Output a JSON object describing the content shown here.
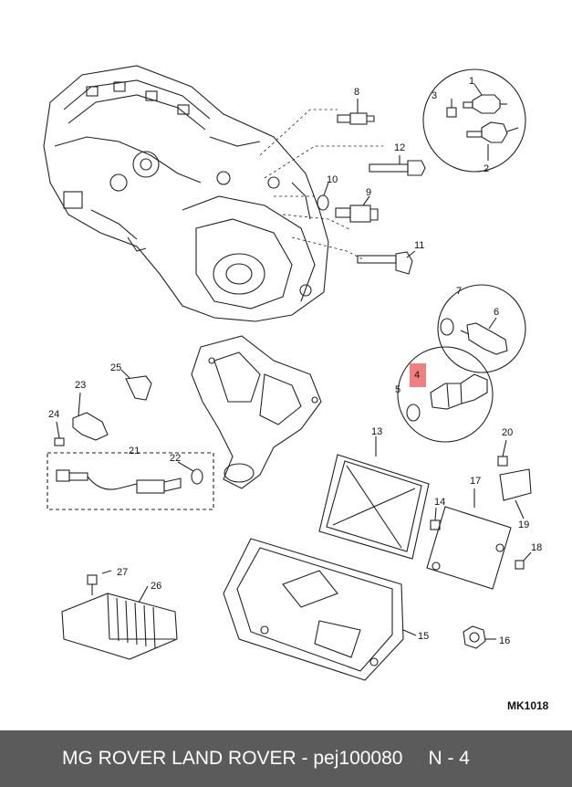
{
  "diagram": {
    "reference": "MK1018",
    "highlight_color": "#f08080",
    "callouts": [
      "1",
      "2",
      "3",
      "4",
      "5",
      "6",
      "7",
      "8",
      "9",
      "10",
      "11",
      "12",
      "13",
      "14",
      "15",
      "16",
      "17",
      "18",
      "19",
      "20",
      "21",
      "22",
      "23",
      "24",
      "25",
      "26",
      "27"
    ]
  },
  "footer": {
    "title": "MG ROVER LAND ROVER - pej100080",
    "page": "N - 4"
  }
}
